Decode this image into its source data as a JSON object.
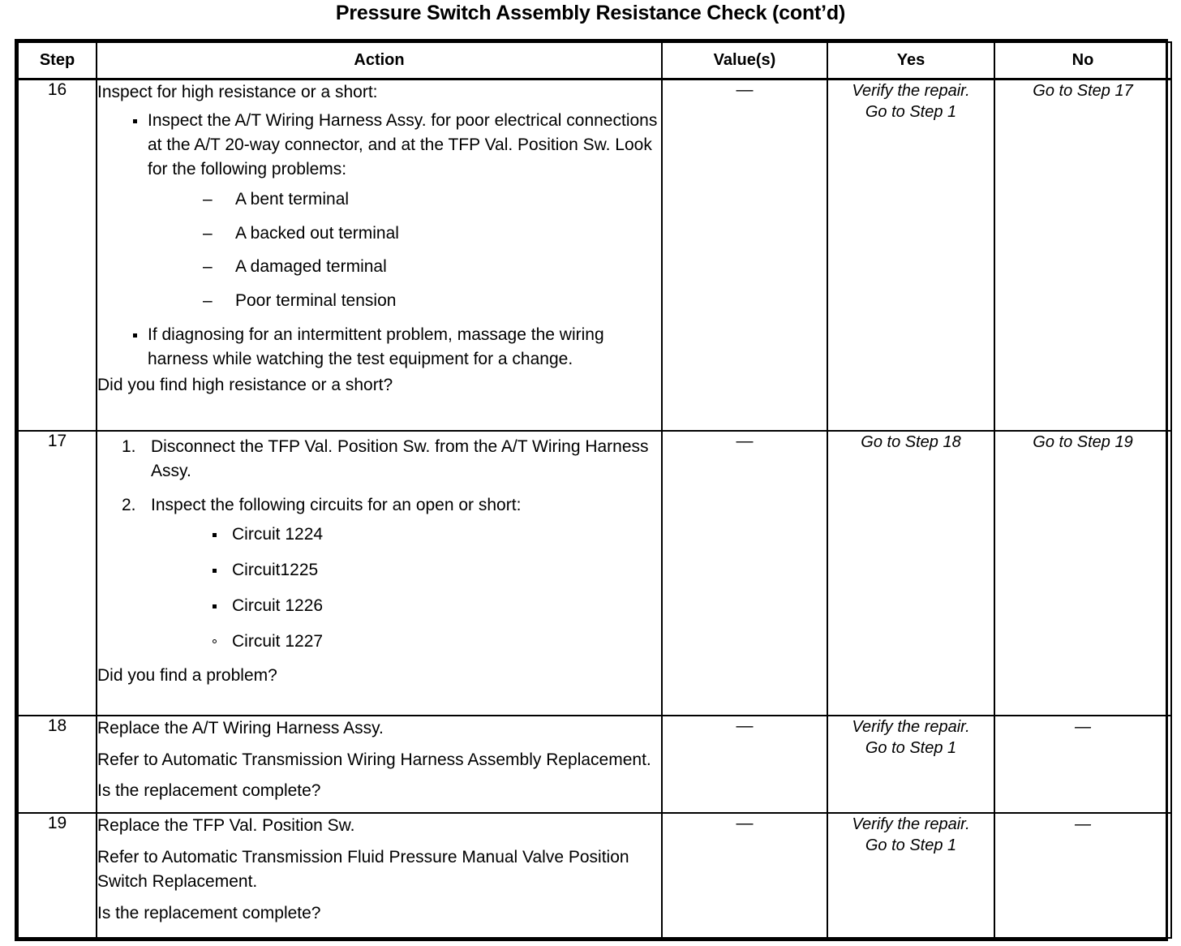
{
  "document": {
    "title": "Pressure Switch Assembly Resistance Check (cont’d)"
  },
  "table": {
    "headers": {
      "step": "Step",
      "action": "Action",
      "value": "Value(s)",
      "yes": "Yes",
      "no": "No"
    },
    "rows": [
      {
        "step": "16",
        "action": {
          "lead": "Inspect for high resistance or a short:",
          "bullet1": "Inspect the A/T Wiring Harness Assy. for poor electrical connections at the A/T 20-way connector, and at the TFP Val. Position Sw. Look for the following problems:",
          "sub_items": [
            "A bent terminal",
            "A backed out terminal",
            "A damaged terminal",
            "Poor terminal tension"
          ],
          "bullet2": "If diagnosing for an intermittent problem, massage the wiring harness while watching the test equipment for a change.",
          "question": "Did you find high resistance or a short?"
        },
        "value": "—",
        "yes_line1": "Verify the repair.",
        "yes_line2": "Go to Step 1",
        "no_line1": "",
        "no_line2": "Go to Step 17"
      },
      {
        "step": "17",
        "action": {
          "numbered": [
            "Disconnect the TFP Val. Position Sw. from the A/T Wiring Harness Assy.",
            "Inspect the following circuits for an open or short:"
          ],
          "circuits": [
            "Circuit 1224",
            "Circuit1225",
            "Circuit 1226",
            "Circuit 1227"
          ],
          "question": "Did you find a problem?"
        },
        "value": "—",
        "yes_line1": "",
        "yes_line2": "Go to Step 18",
        "no_line1": "",
        "no_line2": "Go to Step 19"
      },
      {
        "step": "18",
        "action": {
          "line1": "Replace the A/T Wiring Harness Assy.",
          "line2": "Refer to Automatic Transmission Wiring Harness Assembly Replacement.",
          "question": "Is the replacement complete?"
        },
        "value": "—",
        "yes_line1": "Verify the repair.",
        "yes_line2": "Go to Step 1",
        "no_line1": "",
        "no_line2": "—"
      },
      {
        "step": "19",
        "action": {
          "line1": "Replace the TFP Val. Position Sw.",
          "line2": "Refer to Automatic Transmission Fluid Pressure Manual Valve Position Switch Replacement.",
          "question": "Is the replacement complete?"
        },
        "value": "—",
        "yes_line1": "Verify the repair.",
        "yes_line2": "Go to Step 1",
        "no_line1": "",
        "no_line2": "—"
      }
    ]
  }
}
